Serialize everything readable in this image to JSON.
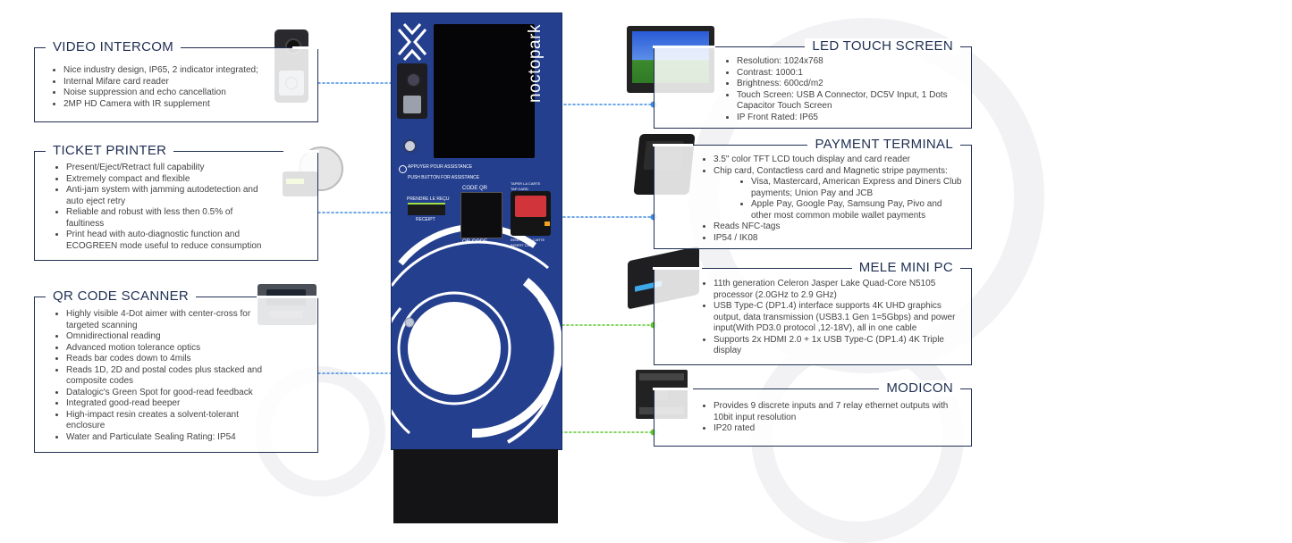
{
  "brand": "noctopark",
  "kiosk": {
    "assist_text_1": "APPUYER POUR ASSISTANCE",
    "assist_text_2": "PUSH BUTTON FOR ASSISTANCE",
    "code_qr": "CODE QR",
    "qr_code": "QR CODE",
    "prendre_recu": "PRENDRE LE REÇU",
    "receipt": "RECEIPT",
    "tap_card_1": "TAPER LA CARTE",
    "tap_card_2": "TAP CARD",
    "insert_card_1": "INSÉRER LA CARTE",
    "insert_card_2": "INSERT CARD"
  },
  "sections": {
    "video_intercom": {
      "title": "VIDEO INTERCOM",
      "items": [
        "Nice industry design, IP65, 2 indicator integrated;",
        "Internal Mifare card reader",
        "Noise suppression and echo cancellation",
        "2MP HD Camera with IR supplement"
      ]
    },
    "ticket_printer": {
      "title": "TICKET PRINTER",
      "items": [
        "Present/Eject/Retract full capability",
        "Extremely compact and flexible",
        "Anti-jam system with jamming autodetection and auto eject retry",
        "Reliable and robust with less then 0.5% of faultiness",
        "Print head with auto-diagnostic function and ECOGREEN mode useful to reduce consumption"
      ]
    },
    "qr_code_scanner": {
      "title": "QR CODE SCANNER",
      "items": [
        "Highly visible 4-Dot aimer with center-cross for targeted scanning",
        "Omnidirectional reading",
        "Advanced motion tolerance optics",
        "Reads bar codes down to 4mils",
        "Reads 1D, 2D and postal codes plus stacked and composite codes",
        "Datalogic's Green Spot for good-read feedback",
        "Integrated good-read beeper",
        "High-impact resin creates a solvent-tolerant enclosure",
        "Water and Particulate Sealing Rating: IP54"
      ]
    },
    "led_touch_screen": {
      "title": "LED TOUCH SCREEN",
      "items": [
        "Resolution: 1024x768",
        "Contrast: 1000:1",
        "Brightness: 600cd/m2",
        "Touch Screen: USB A Connector, DC5V Input, 1 Dots Capacitor Touch Screen",
        "IP Front Rated: IP65"
      ]
    },
    "payment_terminal": {
      "title": "PAYMENT TERMINAL",
      "items_before": [
        "3.5\" color TFT LCD touch display and card reader",
        "Chip card, Contactless card and Magnetic stripe payments:"
      ],
      "sub_items": [
        "Visa, Mastercard, American Express and Diners Club payments; Union Pay and JCB",
        "Apple Pay, Google Pay, Samsung Pay, Pivo and other most common mobile wallet payments"
      ],
      "items_after": [
        "Reads NFC-tags",
        "IP54 / IK08"
      ]
    },
    "mele_mini_pc": {
      "title": "MELE MINI PC",
      "items": [
        "11th generation Celeron Jasper Lake Quad-Core N5105 processor (2.0GHz to 2.9 GHz)",
        "USB Type-C (DP1.4) interface supports 4K UHD graphics output, data transmission (USB3.1 Gen 1=5Gbps) and power input(With PD3.0 protocol ,12-18V), all in one cable",
        "Supports 2x HDMI 2.0 + 1x USB Type-C (DP1.4) 4K Triple display"
      ]
    },
    "modicon": {
      "title": "MODICON",
      "items": [
        "Provides 9 discrete inputs and 7 relay ethernet outputs with 10bit input resolution",
        "IP20 rated"
      ]
    }
  },
  "colors": {
    "kiosk_blue": "#243f8e",
    "frame_navy": "#1f2f52",
    "link_blue": "#3f8be0",
    "link_green": "#5cc72e"
  }
}
